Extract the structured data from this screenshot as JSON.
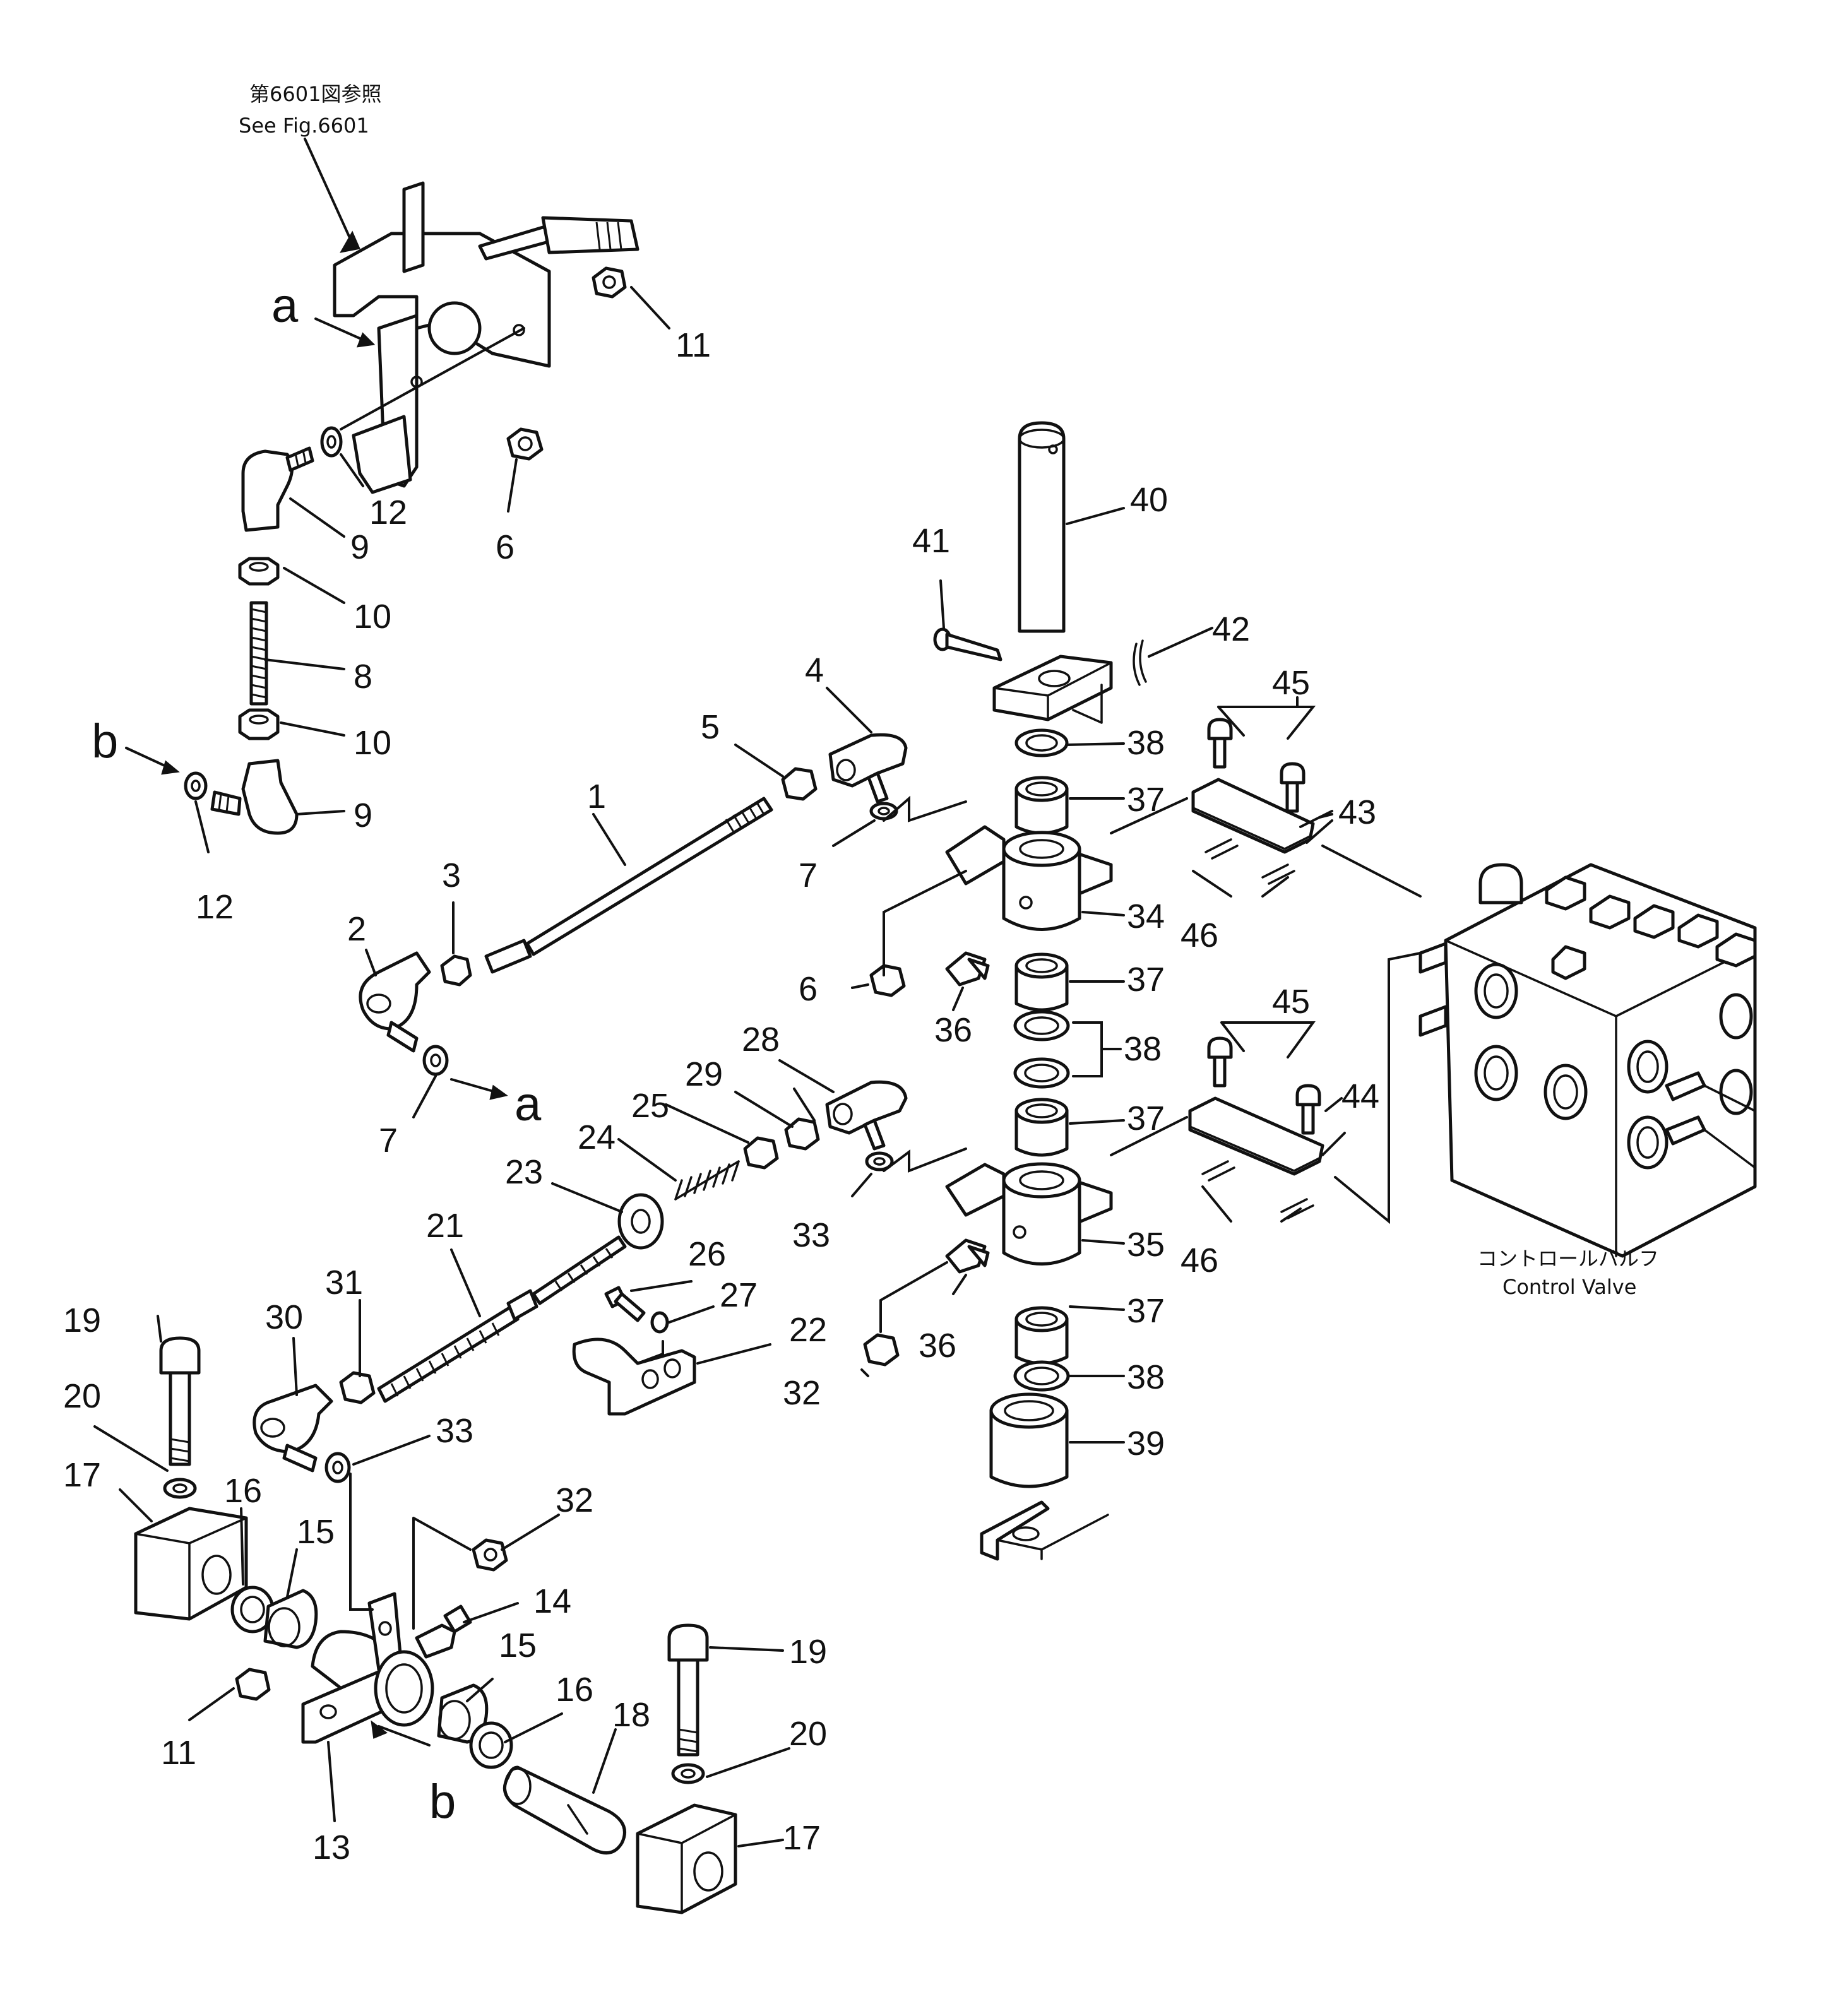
{
  "drawing": {
    "reference_note_jp": "第6601図参照",
    "reference_note_en": "See Fig.6601",
    "control_valve_jp": "コントロールバルフ",
    "control_valve_en": "Control Valve"
  },
  "letters": {
    "a": "a",
    "b": "b"
  },
  "callouts": {
    "c1": "1",
    "c2": "2",
    "c3": "3",
    "c4": "4",
    "c5": "5",
    "c6a": "6",
    "c6b": "6",
    "c7a": "7",
    "c7b": "7",
    "c8": "8",
    "c9a": "9",
    "c9b": "9",
    "c10a": "10",
    "c10b": "10",
    "c11a": "11",
    "c11b": "11",
    "c12a": "12",
    "c12b": "12",
    "c13": "13",
    "c14": "14",
    "c15a": "15",
    "c15b": "15",
    "c16a": "16",
    "c16b": "16",
    "c17a": "17",
    "c17b": "17",
    "c18": "18",
    "c19a": "19",
    "c19b": "19",
    "c20a": "20",
    "c20b": "20",
    "c21": "21",
    "c22": "22",
    "c23": "23",
    "c24": "24",
    "c25": "25",
    "c26": "26",
    "c27": "27",
    "c28": "28",
    "c29": "29",
    "c30": "30",
    "c31": "31",
    "c32a": "32",
    "c32b": "32",
    "c33a": "33",
    "c33b": "33",
    "c34": "34",
    "c35": "35",
    "c36a": "36",
    "c36b": "36",
    "c37a": "37",
    "c37b": "37",
    "c37c": "37",
    "c37d": "37",
    "c38a": "38",
    "c38b": "38",
    "c38c": "38",
    "c39": "39",
    "c40": "40",
    "c41": "41",
    "c42": "42",
    "c43": "43",
    "c44": "44",
    "c45a": "45",
    "c45b": "45",
    "c46a": "46",
    "c46b": "46"
  }
}
